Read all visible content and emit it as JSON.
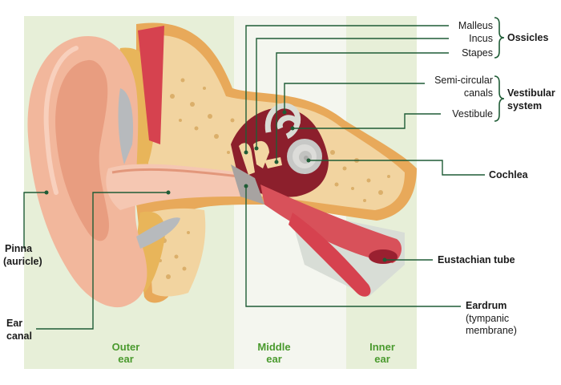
{
  "colors": {
    "leader_line": "#1f5c36",
    "region_text": "#4a9a2e",
    "panel_outer": "#e6efd6",
    "panel_middle": "#f3f6ee",
    "panel_inner": "#e6efd6",
    "skin": "#f0b89e",
    "bone": "#f2d6a2",
    "muscle": "#d9505a"
  },
  "labels": {
    "malleus": "Malleus",
    "incus": "Incus",
    "stapes": "Stapes",
    "ossicles": "Ossicles",
    "semicircular_line1": "Semi-circular",
    "semicircular_line2": "canals",
    "vestibular_line1": "Vestibular",
    "vestibular_line2": "system",
    "vestibule": "Vestibule",
    "cochlea": "Cochlea",
    "eustachian": "Eustachian tube",
    "eardrum_line1": "Eardrum",
    "eardrum_line2": "(tympanic",
    "eardrum_line3": "membrane)",
    "pinna_line1": "Pinna",
    "pinna_line2": "(auricle)",
    "earcanal_line1": "Ear",
    "earcanal_line2": "canal"
  },
  "regions": {
    "outer_line1": "Outer",
    "outer_line2": "ear",
    "middle_line1": "Middle",
    "middle_line2": "ear",
    "inner_line1": "Inner",
    "inner_line2": "ear"
  }
}
